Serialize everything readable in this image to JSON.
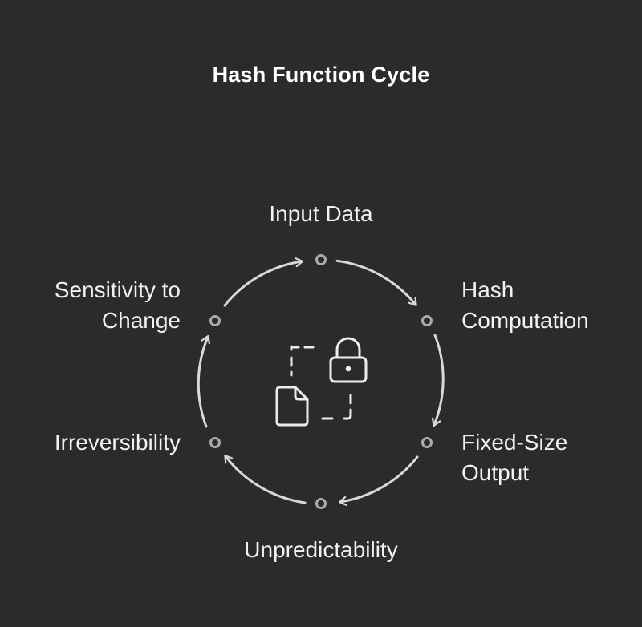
{
  "title": "Hash Function Cycle",
  "steps": {
    "input": {
      "lines": [
        "Input Data"
      ]
    },
    "hash": {
      "lines": [
        "Hash",
        "Computation"
      ]
    },
    "fixed": {
      "lines": [
        "Fixed-Size",
        "Output"
      ]
    },
    "unpred": {
      "lines": [
        "Unpredictability"
      ]
    },
    "irrev": {
      "lines": [
        "Irreversibility"
      ]
    },
    "sens": {
      "lines": [
        "Sensitivity to",
        "Change"
      ]
    }
  },
  "center_icon": "document-lock-icon",
  "colors": {
    "background": "#2b2b2b",
    "stroke": "#d9d9d9",
    "text": "#f2f2f2"
  }
}
